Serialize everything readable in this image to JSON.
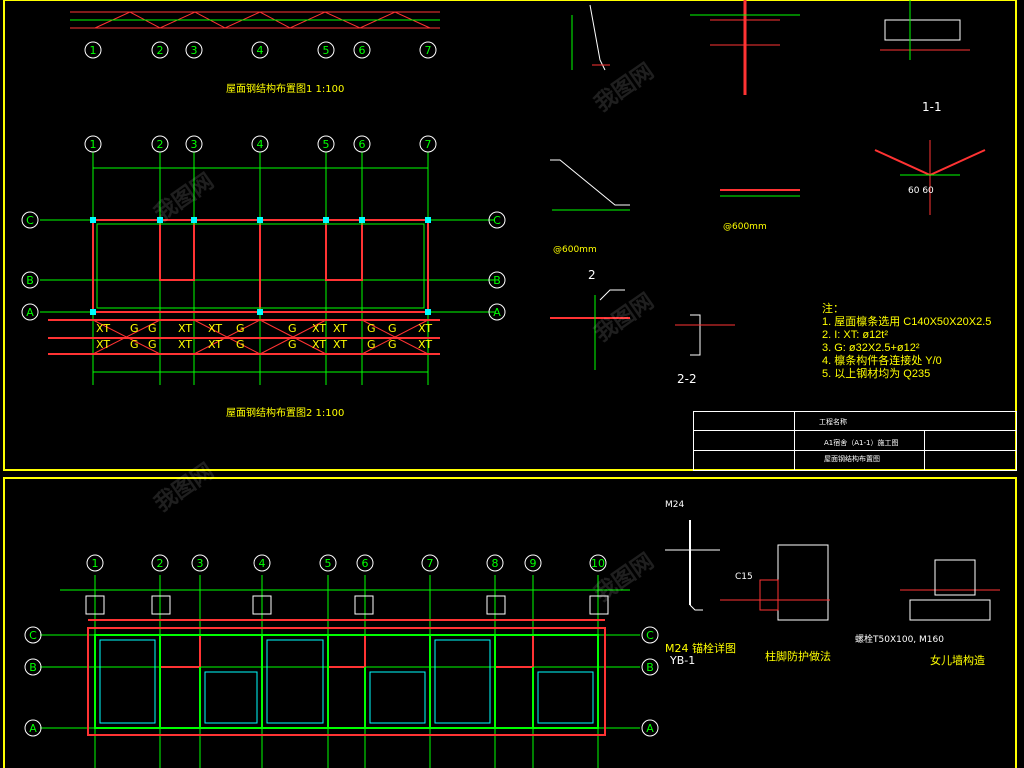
{
  "colors": {
    "background": "#000000",
    "frame": "#ffff00",
    "axis": "#00ff00",
    "beam": "#ff3333",
    "text": "#ffff00",
    "bubble": "#ffffff",
    "dim": "#00ffff"
  },
  "upper_plan": {
    "axes_top": [
      "1",
      "2",
      "3",
      "4",
      "5",
      "6",
      "7"
    ],
    "axes_side": [
      "C",
      "B",
      "A"
    ],
    "title1": "屋面钢结构布置图1 1:100",
    "title2": "屋面钢结构布置图2 1:100",
    "purlin_marks": [
      "XT",
      "G",
      "G",
      "XT",
      "XT",
      "G",
      "G",
      "XT",
      "XT",
      "G",
      "G",
      "XT"
    ]
  },
  "details": {
    "section_11": "1-1",
    "section_22": "2-2",
    "mark_2": "2",
    "dim_60mm_a": "@600mm",
    "dim_60mm_b": "@600mm",
    "dim_6060": "60 60"
  },
  "notes": [
    "注：",
    "1. 屋面檩条选用  C140X50X20X2.5",
    "2. I: XT: ø12t²",
    "3. G: ø32X2.5+ø12²",
    "4. 檩条构件各连接处  Y/0",
    "5. 以上钢材均为  Q235"
  ],
  "title_block": {
    "project": "工程名称",
    "drawing1": "A1宿舍（A1-1）施工图",
    "drawing2": "屋面钢结构布置图"
  },
  "lower_plan": {
    "axes_top": [
      "1",
      "2",
      "3",
      "4",
      "5",
      "6",
      "7",
      "8",
      "9",
      "10"
    ],
    "axes_side": [
      "C",
      "B",
      "A"
    ],
    "detail_label_a": "M24 锚栓详图",
    "detail_code": "YB-1",
    "detail_label_b": "柱脚防护做法",
    "detail_label_c": "女儿墙构造",
    "c15": "C15",
    "bolt_spec": "M24",
    "base_spec": "螺栓T50X100, M160"
  },
  "watermark": "我图网"
}
